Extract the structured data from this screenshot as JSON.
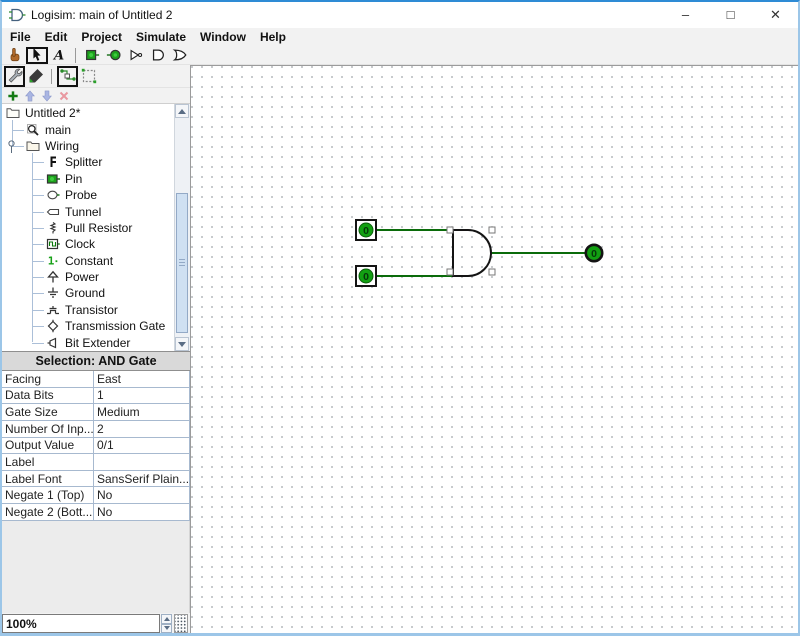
{
  "window": {
    "title": "Logisim: main of Untitled 2",
    "controls": [
      {
        "name": "minimize",
        "glyph": "–"
      },
      {
        "name": "maximize",
        "glyph": "□"
      },
      {
        "name": "close",
        "glyph": "✕"
      }
    ]
  },
  "menu": {
    "items": [
      {
        "label": "File"
      },
      {
        "label": "Edit"
      },
      {
        "label": "Project"
      },
      {
        "label": "Simulate"
      },
      {
        "label": "Window"
      },
      {
        "label": "Help"
      }
    ]
  },
  "main_toolbar": {
    "items": [
      {
        "name": "poke-tool-button",
        "icon": "hand-icon",
        "selected": false
      },
      {
        "name": "edit-tool-button",
        "icon": "arrow-icon",
        "selected": true
      },
      {
        "name": "text-tool-button",
        "icon": "text-icon",
        "selected": false
      },
      {
        "separator": true
      },
      {
        "name": "add-input-pin-button",
        "icon": "input-pin-icon",
        "selected": false
      },
      {
        "name": "add-output-pin-button",
        "icon": "output-pin-icon",
        "selected": false
      },
      {
        "name": "add-not-gate-button",
        "icon": "not-gate-icon",
        "selected": false
      },
      {
        "name": "add-and-gate-button",
        "icon": "and-gate-icon",
        "selected": false
      },
      {
        "name": "add-or-gate-button",
        "icon": "or-gate-icon",
        "selected": false
      }
    ]
  },
  "project_toolbar": {
    "row1": [
      {
        "name": "edit-layout-button",
        "icon": "wrench-icon",
        "selected": true
      },
      {
        "name": "edit-appearance-button",
        "icon": "appearance-edit-icon",
        "selected": false
      },
      {
        "separator": true
      },
      {
        "name": "view-layout-button",
        "icon": "layout-view-icon",
        "selected": true
      },
      {
        "name": "view-appearance-button",
        "icon": "appearance-view-icon",
        "selected": false
      }
    ],
    "row2": [
      {
        "name": "add-circuit-button",
        "icon": "plus-icon"
      },
      {
        "name": "move-circuit-up-button",
        "icon": "arrow-up-icon"
      },
      {
        "name": "move-circuit-down-button",
        "icon": "arrow-down-icon"
      },
      {
        "name": "remove-circuit-button",
        "icon": "delete-x-icon"
      }
    ]
  },
  "explorer": {
    "items": [
      {
        "label": "Untitled 2*",
        "icon": "project-icon",
        "depth": 0
      },
      {
        "label": "main",
        "icon": "circuit-icon",
        "depth": 1
      },
      {
        "label": "Wiring",
        "icon": "folder-icon",
        "depth": 1,
        "expanded": true
      },
      {
        "label": "Splitter",
        "icon": "splitter-icon",
        "depth": 2
      },
      {
        "label": "Pin",
        "icon": "pin-icon",
        "depth": 2
      },
      {
        "label": "Probe",
        "icon": "probe-icon",
        "depth": 2
      },
      {
        "label": "Tunnel",
        "icon": "tunnel-icon",
        "depth": 2
      },
      {
        "label": "Pull Resistor",
        "icon": "pull-resistor-icon",
        "depth": 2
      },
      {
        "label": "Clock",
        "icon": "clock-icon",
        "depth": 2
      },
      {
        "label": "Constant",
        "icon": "constant-icon",
        "depth": 2
      },
      {
        "label": "Power",
        "icon": "power-icon",
        "depth": 2
      },
      {
        "label": "Ground",
        "icon": "ground-icon",
        "depth": 2
      },
      {
        "label": "Transistor",
        "icon": "transistor-icon",
        "depth": 2
      },
      {
        "label": "Transmission Gate",
        "icon": "transmission-gate-icon",
        "depth": 2
      },
      {
        "label": "Bit Extender",
        "icon": "bit-extender-icon",
        "depth": 2
      }
    ]
  },
  "attributes": {
    "header": "Selection: AND Gate",
    "rows": [
      {
        "name": "Facing",
        "value": "East"
      },
      {
        "name": "Data Bits",
        "value": "1"
      },
      {
        "name": "Gate Size",
        "value": "Medium"
      },
      {
        "name": "Number Of Inp...",
        "value": "2"
      },
      {
        "name": "Output Value",
        "value": "0/1"
      },
      {
        "name": "Label",
        "value": ""
      },
      {
        "name": "Label Font",
        "value": "SansSerif Plain..."
      },
      {
        "name": "Negate 1 (Top)",
        "value": "No"
      },
      {
        "name": "Negate 2 (Bott...",
        "value": "No"
      }
    ]
  },
  "canvas": {
    "selected_component": "AND Gate",
    "pins": [
      {
        "name": "input-pin-1",
        "value": "0"
      },
      {
        "name": "input-pin-2",
        "value": "0"
      },
      {
        "name": "output-pin",
        "value": "0"
      }
    ],
    "colors": {
      "wire": "#0a6b0a",
      "pin_fill": "#12a012",
      "gate_stroke": "#141414"
    }
  },
  "statusbar": {
    "zoom_level": "100%"
  }
}
